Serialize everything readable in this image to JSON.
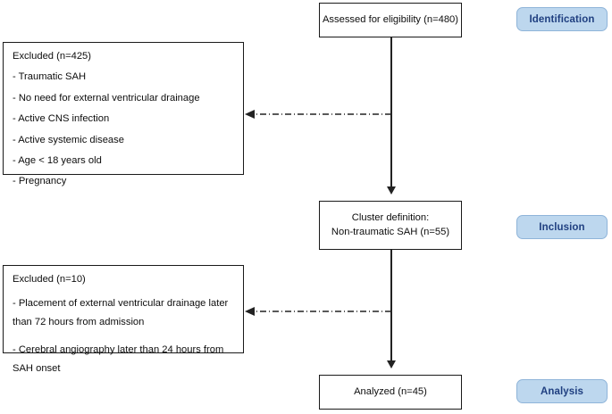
{
  "diagram": {
    "title": "CONSORT-style participant flow diagram",
    "colors": {
      "badge_fill": "#bdd7ee",
      "badge_border": "#8fb4d9",
      "badge_text": "#1f3f80",
      "box_border": "#1a1a1a",
      "box_text": "#0d0d0d",
      "connector": "#222222",
      "background": "#ffffff"
    }
  },
  "stages": [
    {
      "id": "identification",
      "label": "Identification"
    },
    {
      "id": "inclusion",
      "label": "Inclusion"
    },
    {
      "id": "analysis",
      "label": "Analysis"
    }
  ],
  "nodes": {
    "assessed": {
      "text": "Assessed for eligibility (n=480)",
      "count": 480
    },
    "cluster_definition": {
      "line1": "Cluster definition:",
      "line2": "Non-traumatic SAH (n=55)",
      "count": 55
    },
    "analyzed": {
      "text": "Analyzed (n=45)",
      "count": 45
    },
    "excluded_first": {
      "heading": "Excluded (n=425)",
      "count": 425,
      "reasons": [
        "- Traumatic SAH",
        "- No need for external ventricular drainage",
        "- Active CNS infection",
        "- Active systemic disease",
        "- Age < 18 years old",
        "- Pregnancy"
      ]
    },
    "excluded_second": {
      "heading": "Excluded (n=10)",
      "count": 10,
      "reasons": [
        "- Placement of external ventricular drainage later than 72 hours from admission",
        "- Cerebral angiography later than 24 hours from SAH onset"
      ]
    }
  }
}
